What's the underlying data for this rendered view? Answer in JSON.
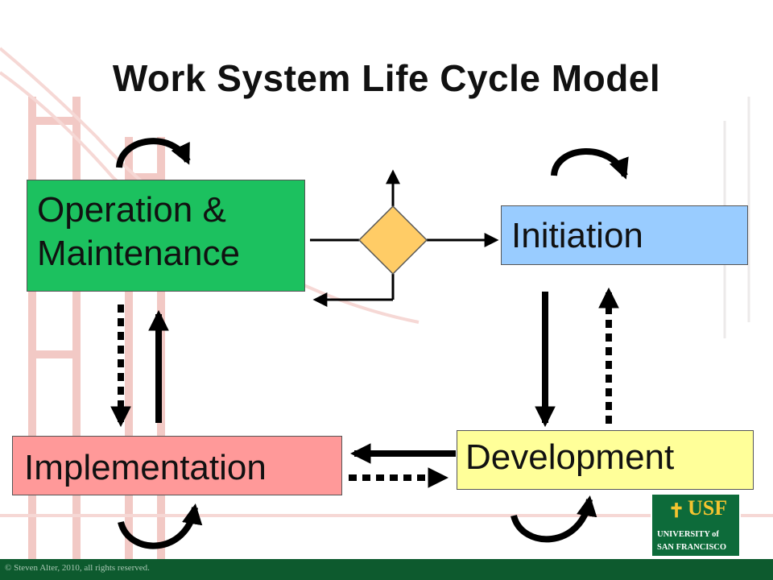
{
  "slide": {
    "title": "Work System Life Cycle Model",
    "footer_copyright": "© Steven Alter, 2010, all rights reserved.",
    "footer_color": "#0d5a2e"
  },
  "stages": {
    "operation_maintenance": {
      "line1": "Operation &",
      "line2": "Maintenance",
      "color": "#1cc15f"
    },
    "initiation": {
      "label": "Initiation",
      "color": "#99ccff"
    },
    "implementation": {
      "label": "Implementation",
      "color": "#ff9999"
    },
    "development": {
      "label": "Development",
      "color": "#ffff99"
    }
  },
  "decision": {
    "shape": "diamond",
    "color": "#ffcc66"
  },
  "logo": {
    "mark": "USF",
    "cross": "✝",
    "line1": "UNIVERSITY of",
    "line2": "SAN FRANCISCO"
  },
  "icons": {
    "decision": "diamond-icon",
    "self_loop": "loop-arrow-icon",
    "solid_arrow": "solid-arrow-icon",
    "dashed_arrow": "dashed-arrow-icon"
  }
}
